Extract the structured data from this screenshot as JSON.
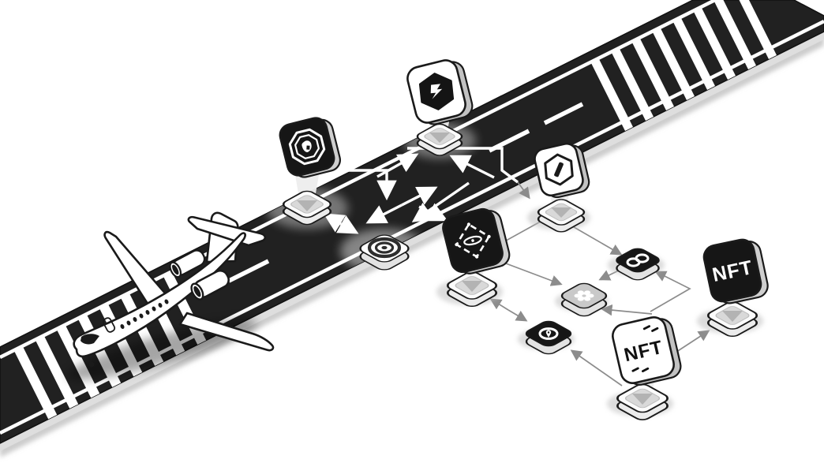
{
  "scene": {
    "description": "Isometric illustration of a private jet on a dark runway; standing and flat icon tiles (NFT / blockchain themed) on pedestals are linked by white arrows on the runway and thin gray connector arrows on the white ground"
  },
  "labels": {
    "nft_card": "NFT",
    "nft_tile": "NFT"
  },
  "colors": {
    "background": "#ffffff",
    "runway": "#212121",
    "runway_marking": "#ffffff",
    "connector": "#8c8c8c",
    "outline": "#1a1a1a",
    "tile_dark": "#161616",
    "tile_light": "#ffffff",
    "tile_gray": "#c9c9c9",
    "pedestal_inner": "#d9d9d9"
  },
  "nodes": [
    {
      "id": "badge-octagon",
      "style": "dark-standing",
      "icon": "octagon-badge-icon"
    },
    {
      "id": "seal-hexagon",
      "style": "light-standing",
      "icon": "hexagon-seal-icon"
    },
    {
      "id": "hexagon-outline",
      "style": "light-standing",
      "icon": "hexagon-outline-icon"
    },
    {
      "id": "blockchain",
      "style": "dark-standing",
      "icon": "circuit-block-icon"
    },
    {
      "id": "target",
      "style": "light-flat",
      "icon": "concentric-rings-icon"
    },
    {
      "id": "chain",
      "style": "dark-flat",
      "icon": "chain-link-icon"
    },
    {
      "id": "gear",
      "style": "gray-flat",
      "icon": "gear-icon"
    },
    {
      "id": "location",
      "style": "dark-flat",
      "icon": "location-ring-icon"
    },
    {
      "id": "nft-card",
      "style": "light-standing",
      "label": "NFT"
    },
    {
      "id": "nft-tile",
      "style": "dark-standing",
      "label": "NFT"
    }
  ],
  "edges": [
    "runway: pedestal-1 <-> target-tile (double arrow)",
    "runway: arrows into top pedestal from left and right",
    "runway: bent arrow into hexagon-outline pedestal",
    "ground: hexagon-outline pedestal -> chain tile",
    "ground: chain tile -> gear tile",
    "ground: blockchain pedestal -> gear tile",
    "ground: blockchain pedestal <-> location tile (double arrow)",
    "ground: nft-card pedestal -> location tile",
    "ground: nft-card -> gear tile",
    "ground: bent line -> chain tile",
    "ground: nft-card -> nft-tile pedestal"
  ]
}
